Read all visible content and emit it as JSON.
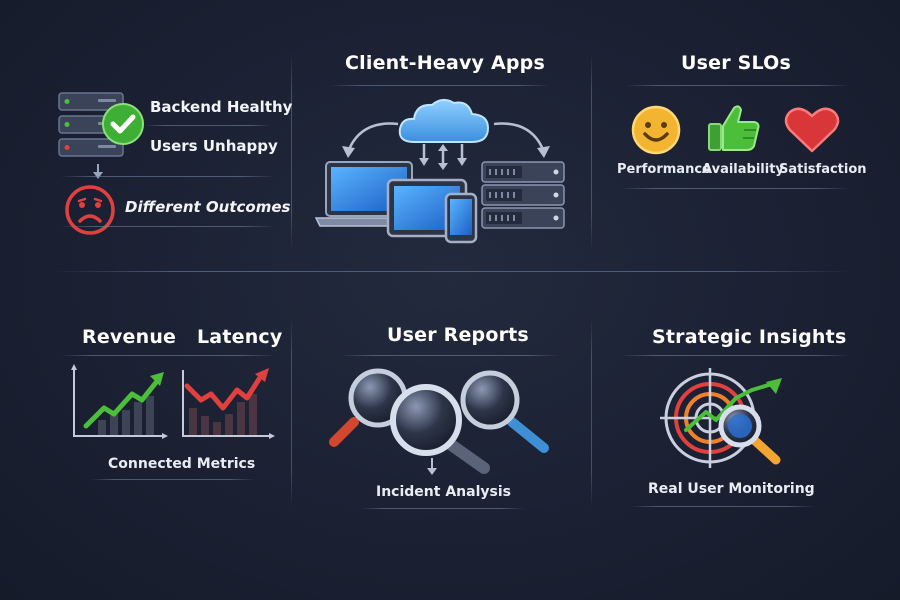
{
  "panels": {
    "backend": {
      "backend_healthy": "Backend Healthy",
      "users_unhappy": "Users Unhappy",
      "different_outcomes": "Different Outcomes"
    },
    "client_apps": {
      "title": "Client-Heavy Apps"
    },
    "user_slos": {
      "title": "User SLOs",
      "items": [
        {
          "label": "Performance",
          "icon": "smiley-face-icon"
        },
        {
          "label": "Availability",
          "icon": "thumbs-up-icon"
        },
        {
          "label": "Satisfaction",
          "icon": "heart-icon"
        }
      ]
    },
    "metrics": {
      "revenue": "Revenue",
      "latency": "Latency",
      "caption": "Connected Metrics"
    },
    "user_reports": {
      "title": "User Reports",
      "caption": "Incident Analysis"
    },
    "strategic": {
      "title": "Strategic Insights",
      "caption": "Real User Monitoring"
    }
  },
  "colors": {
    "background": "#1b2133",
    "green": "#4cbf3a",
    "red": "#e0413f",
    "blue": "#4aa8ea",
    "yellow": "#f2b431",
    "orange": "#f0a030"
  }
}
